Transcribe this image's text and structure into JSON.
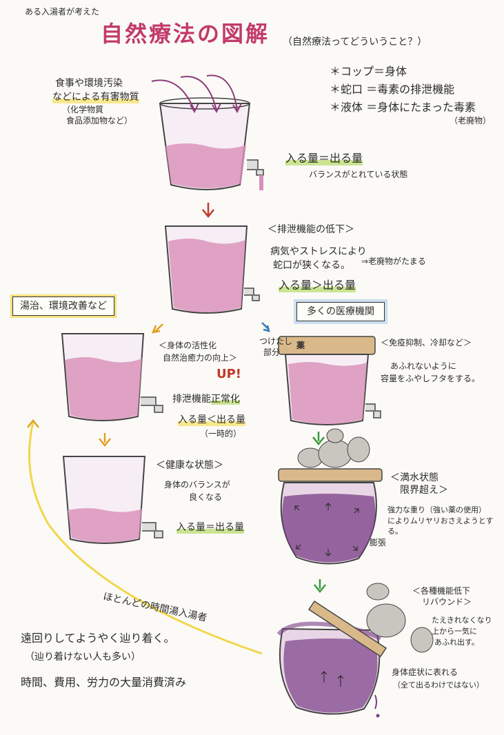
{
  "header": {
    "byline": "ある入湯者が考えた",
    "title": "自然療法の図解",
    "subtitle": "（自然療法ってどういうこと？）"
  },
  "legend": {
    "cup": "＊コップ＝身体",
    "faucet": "＊蛇口 ＝毒素の排泄機能",
    "liquid": "＊液体 ＝身体にたまった毒素",
    "liquid_note": "（老廃物）"
  },
  "stage1": {
    "input_label_1": "食事や環境汚染",
    "input_label_2": "などによる有害物質",
    "input_label_3": "（化学物質",
    "input_label_4": "食品添加物など）",
    "balance": "入る量＝出る量",
    "balance_note": "バランスがとれている状態"
  },
  "stage2": {
    "heading": "＜排泄機能の低下＞",
    "line1": "病気やストレスにより",
    "line2": "蛇口が狭くなる。",
    "arrow_note": "⇒老廃物がたまる",
    "balance": "入る量＞出る量"
  },
  "left_branch": {
    "box_label": "湯治、環境改善など",
    "heading": "＜身体の活性化",
    "heading2": "自然治癒力の向上＞",
    "up": "UP!",
    "excretion": "排泄機能",
    "excretion_hl": "正常化",
    "balance": "入る量＜出る量",
    "balance_note": "（一時的）",
    "healthy_heading": "＜健康な状態＞",
    "healthy_line1": "身体のバランスが",
    "healthy_line2": "良くなる",
    "healthy_balance": "入る量＝出る量"
  },
  "right_branch": {
    "box_label": "多くの医療機関",
    "side_note_1": "つけたし",
    "side_note_2": "部分",
    "heading": "＜免疫抑制、冷却など＞",
    "line1": "あふれないように",
    "line2": "容量をふやしフタをする。",
    "lid_label": "薬",
    "full_heading": "＜満水状態",
    "full_heading2": "限界超え＞",
    "full_line1": "強力な重り（強い薬の使用）",
    "full_line2": "によりムリヤリおさえようとする。",
    "swelling": "膨張",
    "fail_heading": "＜各種機能低下",
    "fail_heading2": "リバウンド＞",
    "fail_line1": "たえきれなくなり",
    "fail_line2": "上から一気に",
    "fail_line3": "あふれ出す。",
    "symptom_1": "身体症状に表れる",
    "symptom_2": "（全て出るわけではない）"
  },
  "bottom": {
    "curve_label": "ほとんどの時間湯入湯者",
    "line1": "遠回りしてようやく辿り着く。",
    "line2": "（辿り着けない人も多い）",
    "line3": "時間、費用、労力の大量消費済み"
  },
  "colors": {
    "liquid": "#d98fb8",
    "liquid_dark": "#7a3d86",
    "arrow_red": "#c0392b",
    "arrow_green": "#3a9a3a",
    "highlight_yellow": "#f2d64b",
    "highlight_green": "#a3d13e",
    "lid": "#d9b98a"
  }
}
